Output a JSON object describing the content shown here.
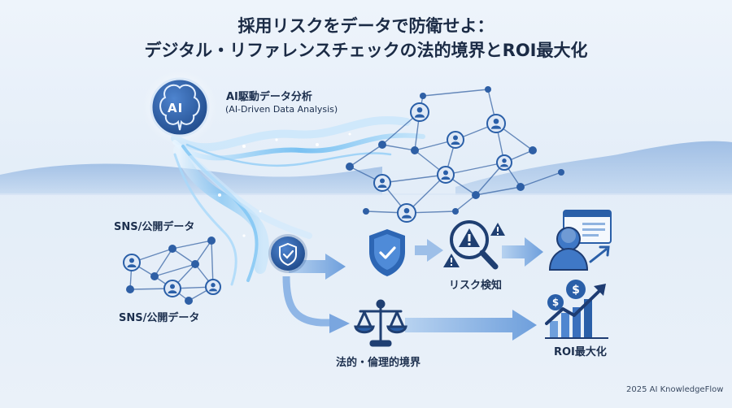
{
  "title": {
    "line1": "採用リスクをデータで防衛せよ：",
    "line2": "デジタル・リファレンスチェックの法的境界とROI最大化"
  },
  "nodes": {
    "ai": {
      "icon_text": "AI",
      "label": "AI駆動データ分析",
      "sublabel": "(AI-Driven Data Analysis)"
    },
    "sns_top": {
      "label": "SNS/公開データ"
    },
    "sns_bottom": {
      "label": "SNS/公開データ"
    },
    "risk": {
      "label": "リスク検知"
    },
    "legal": {
      "label": "法的・倫理的境界"
    },
    "roi": {
      "label": "ROI最大化"
    }
  },
  "icons": {
    "ai_brain": "brain-chip-icon",
    "shield_left": "shield-check-icon",
    "shield_mid": "shield-check-icon",
    "risk": "warning-magnifier-icon",
    "candidate": "user-profile-window-icon",
    "scales": "balance-scale-icon",
    "roi": "growth-chart-dollar-icon"
  },
  "colors": {
    "primary": "#2a5fa8",
    "dark": "#1e3c72",
    "light": "#8fb3e0",
    "stream": "#5fb6f0",
    "title": "#1b2b45"
  },
  "footer": {
    "credit": "2025 AI KnowledgeFlow"
  }
}
